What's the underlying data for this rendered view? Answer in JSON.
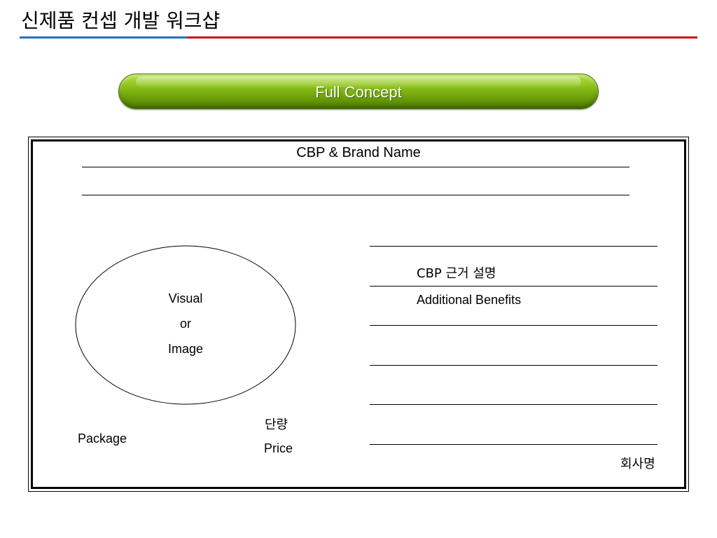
{
  "header": {
    "title": "신제품 컨셉 개발 워크샵"
  },
  "banner": {
    "label": "Full Concept"
  },
  "concept_board": {
    "cbp_brand_name": "CBP & Brand Name",
    "visual": {
      "line1": "Visual",
      "line2": "or",
      "line3": "Image"
    },
    "package": "Package",
    "volume": "단량",
    "price": "Price",
    "cbp_reason": "CBP 근거 설명",
    "additional_benefits": "Additional Benefits",
    "company_name": "회사명"
  },
  "colors": {
    "title_rule_blue": "#2a6ebb",
    "title_rule_red": "#cc1111",
    "banner_green": "#7fb512"
  }
}
